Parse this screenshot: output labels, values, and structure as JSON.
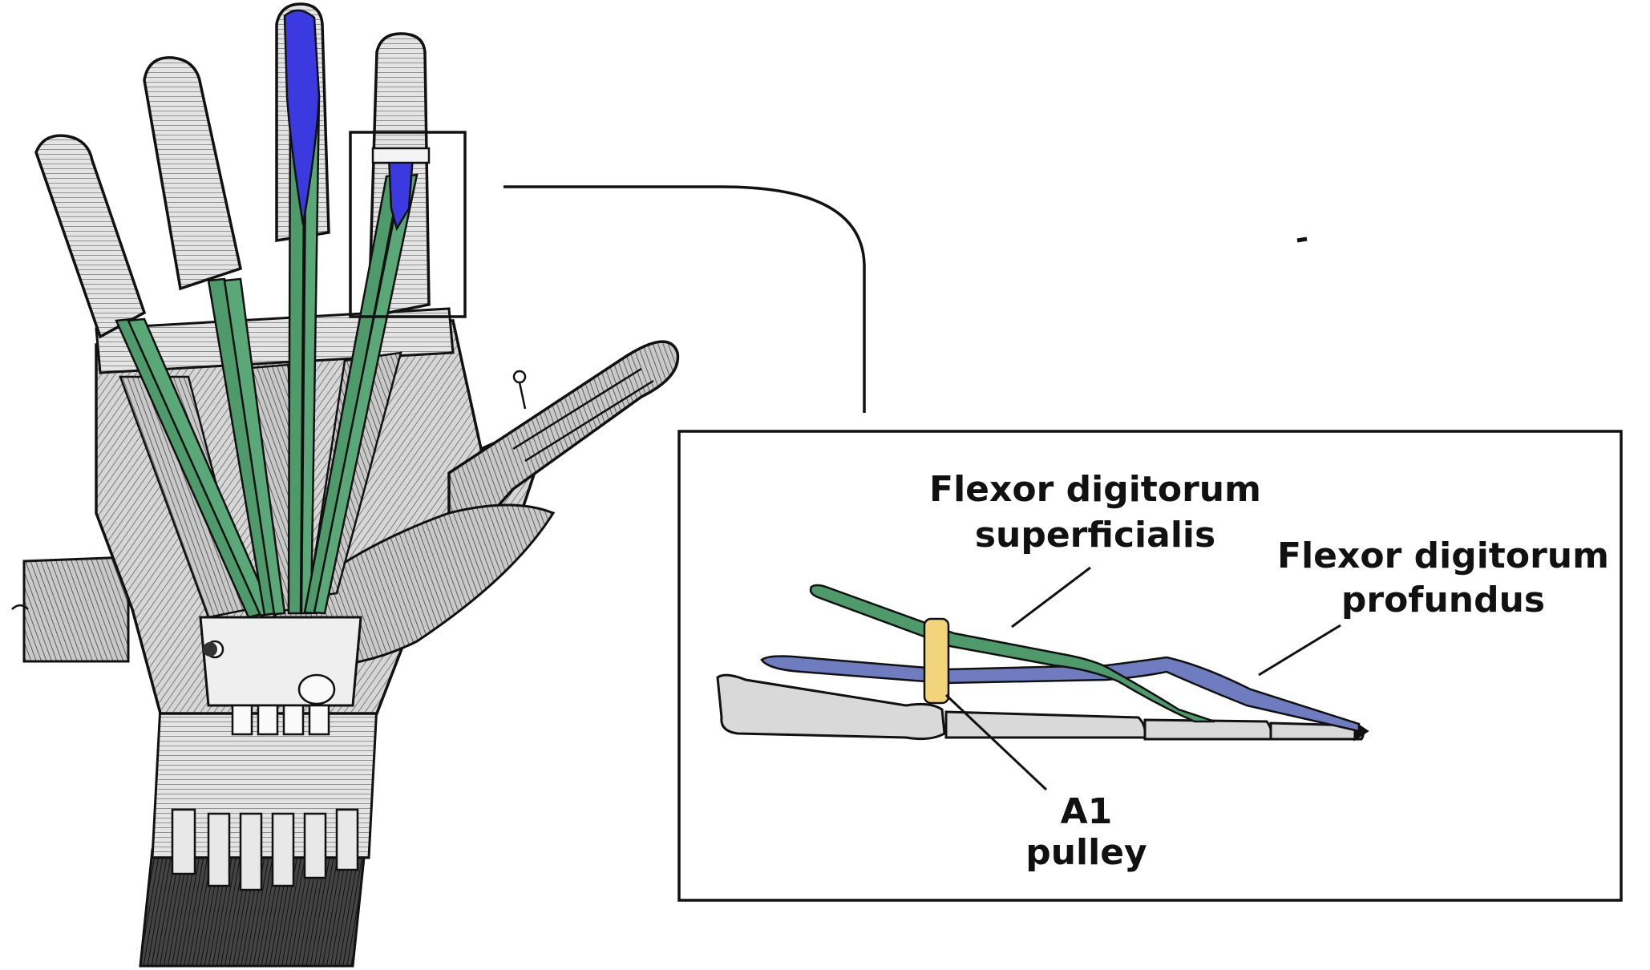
{
  "labels": {
    "fds": {
      "line1": "Flexor digitorum",
      "line2": "superficialis"
    },
    "fdp": {
      "line1": "Flexor digitorum",
      "line2": "profundus"
    },
    "a1": {
      "line1": "A1",
      "line2": "pulley"
    }
  },
  "colors": {
    "fds_tendon": "#4e9a6a",
    "fdp_tendon": "#6f7cc0",
    "fdp_tip_highlight": "#3a3ae0",
    "a1_pulley": "#f2d47a",
    "outline": "#111111",
    "bone": "#d9d9d9",
    "muscle": "#bdbdbd"
  }
}
